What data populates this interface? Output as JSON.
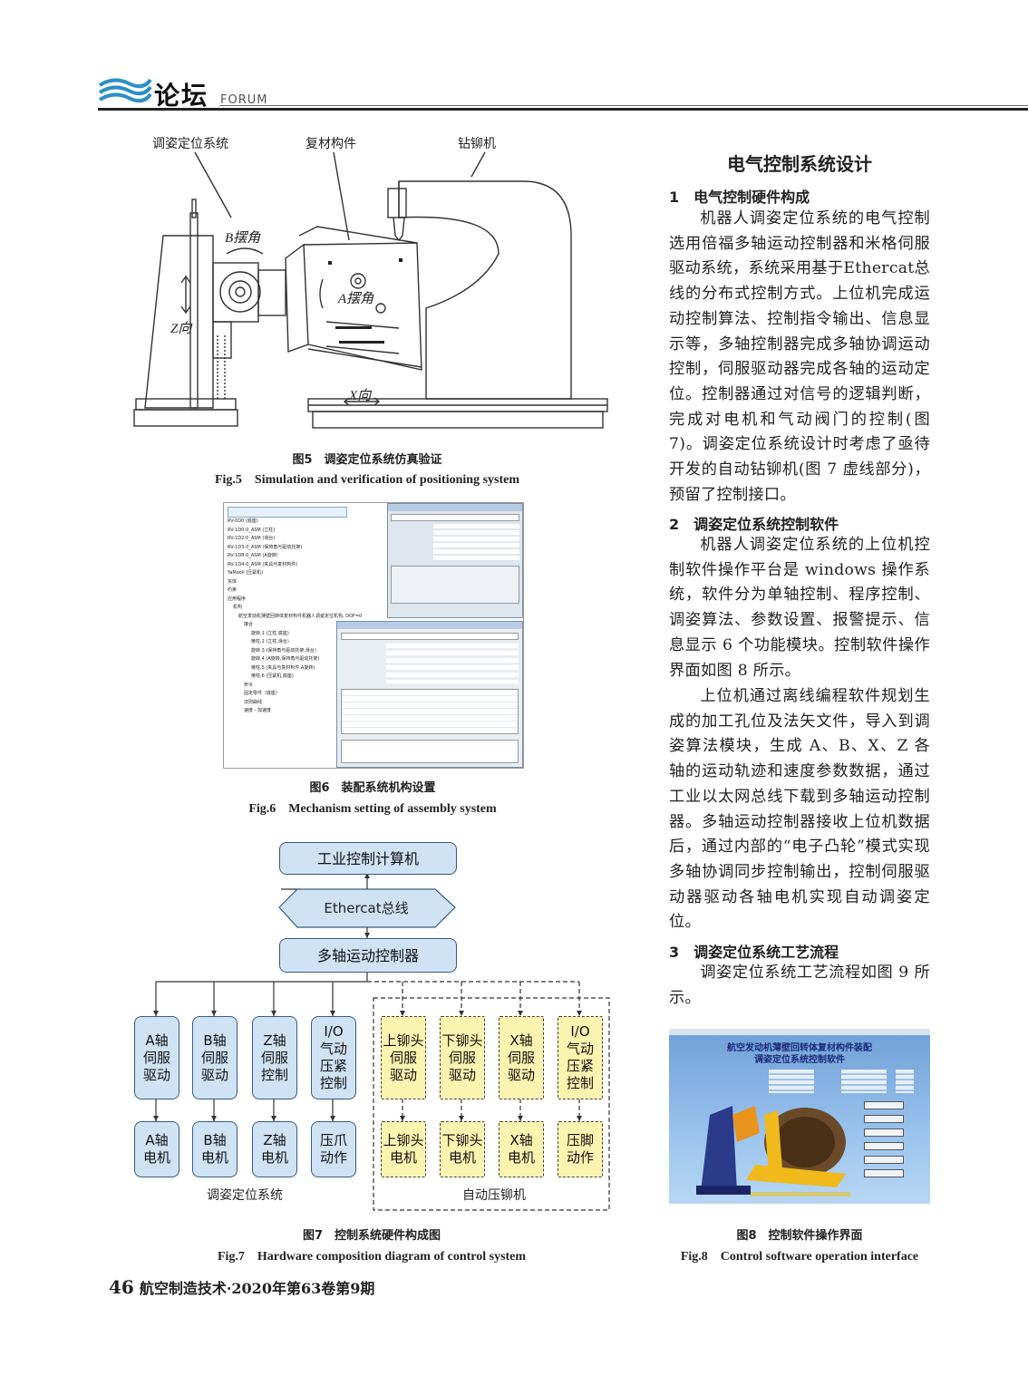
{
  "header": {
    "title": "论坛",
    "subtitle": "FORUM"
  },
  "fig5": {
    "labels": [
      "调姿定位系统",
      "复材构件",
      "钻铆机"
    ],
    "b_angle": "B摆角",
    "a_angle": "A摆角",
    "z_dir": "Z向",
    "x_dir": "X向",
    "caption_cn": "图5　调姿定位系统仿真验证",
    "caption_en": "Fig.5　Simulation and verification of positioning system"
  },
  "fig6": {
    "tree": [
      "RV-0D0 (底座)",
      "RV-1D0-0_ASM (立柱)",
      "RV-1D2-0_ASM (滑台)",
      "RV-1D3-0_ASM (保持角与驱动托架)",
      "RV-1D8-0_ASM (A旋转)",
      "RV-1D4-0_ASM (夹具与复材构件)",
      "YaMaoli (压紧机)",
      "实体",
      "约束",
      "应用程序",
      "机构",
      "航空发动机薄壁回转体复材构件机器人调姿定位机构, DOF=0",
      "接合",
      "旋转.1 (立柱,底座)",
      "棱柱.2 (立柱,滑台)",
      "旋转.3 (保持角与驱动托架,滑台)",
      "旋转.4 (A旋转,保持角与驱动托架)",
      "棱柱.5 (夹具与复材构件,A旋转)",
      "棱柱.6 (压紧机,底座)",
      "命令",
      "固定零件（底座）",
      "法则曲线",
      "速度 - 加速度"
    ],
    "caption_cn": "图6　装配系统机构设置",
    "caption_en": "Fig.6　Mechanism setting of assembly system"
  },
  "fig7": {
    "ipc": "工业控制计算机",
    "bus": "Ethercat总线",
    "mc": "多轴运动控制器",
    "top_boxes": [
      [
        "A轴",
        "伺服",
        "驱动"
      ],
      [
        "B轴",
        "伺服",
        "驱动"
      ],
      [
        "Z轴",
        "伺服",
        "控制"
      ],
      [
        "I/O",
        "气动",
        "压紧",
        "控制"
      ],
      [
        "上铆头",
        "伺服",
        "驱动"
      ],
      [
        "下铆头",
        "伺服",
        "驱动"
      ],
      [
        "X轴",
        "伺服",
        "驱动"
      ],
      [
        "I/O",
        "气动",
        "压紧",
        "控制"
      ]
    ],
    "bottom_boxes": [
      [
        "A轴",
        "电机"
      ],
      [
        "B轴",
        "电机"
      ],
      [
        "Z轴",
        "电机"
      ],
      [
        "压爪",
        "动作"
      ],
      [
        "上铆头",
        "电机"
      ],
      [
        "下铆头",
        "电机"
      ],
      [
        "X轴",
        "电机"
      ],
      [
        "压脚",
        "动作"
      ]
    ],
    "group_left": "调姿定位系统",
    "group_right": "自动压铆机",
    "caption_cn": "图7　控制系统硬件构成图",
    "caption_en": "Fig.7　Hardware composition diagram of control system"
  },
  "fig8": {
    "title_line1": "航空发动机薄壁回转体复材构件装配",
    "title_line2": "调姿定位系统控制软件",
    "caption_cn": "图8　控制软件操作界面",
    "caption_en": "Fig.8　Control software operation interface"
  },
  "article": {
    "section_title": "电气控制系统设计",
    "h1": "1　电气控制硬件构成",
    "p1": "机器人调姿定位系统的电气控制选用倍福多轴运动控制器和米格伺服驱动系统，系统采用基于Ethercat总线的分布式控制方式。上位机完成运动控制算法、控制指令输出、信息显示等，多轴控制器完成多轴协调运动控制，伺服驱动器完成各轴的运动定位。控制器通过对信号的逻辑判断，完成对电机和气动阀门的控制(图 7)。调姿定位系统设计时考虑了亟待开发的自动钻铆机(图 7 虚线部分)，预留了控制接口。",
    "h2": "2　调姿定位系统控制软件",
    "p2": "机器人调姿定位系统的上位机控制软件操作平台是 windows 操作系统，软件分为单轴控制、程序控制、调姿算法、参数设置、报警提示、信息显示 6 个功能模块。控制软件操作界面如图 8 所示。",
    "p3": "上位机通过离线编程软件规划生成的加工孔位及法矢文件，导入到调姿算法模块，生成 A、B、X、Z 各轴的运动轨迹和速度参数数据，通过工业以太网总线下载到多轴运动控制器。多轴运动控制器接收上位机数据后，通过内部的“电子凸轮”模式实现多轴协调同步控制输出，控制伺服驱动器驱动各轴电机实现自动调姿定位。",
    "h3": "3　调姿定位系统工艺流程",
    "p4": "调姿定位系统工艺流程如图 9 所示。"
  },
  "footer": {
    "page": "46",
    "journal": "航空制造技术·2020年第63卷第9期"
  }
}
